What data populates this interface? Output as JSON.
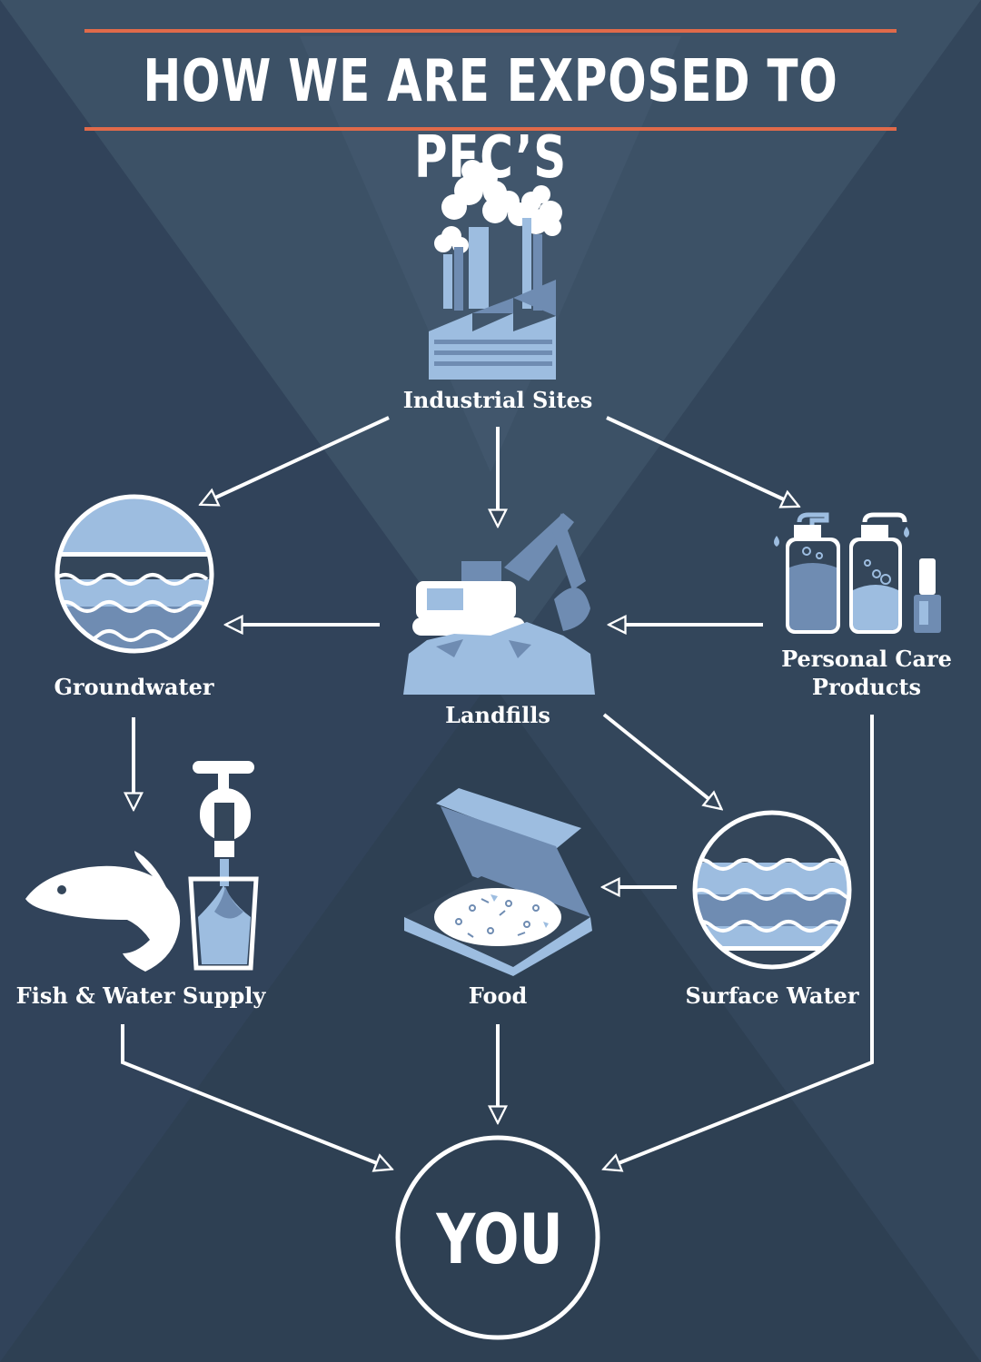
{
  "title": "HOW WE ARE EXPOSED TO PFC’S",
  "nodes": {
    "industrial": "Industrial Sites",
    "groundwater": "Groundwater",
    "landfills": "Landfills",
    "personal_line1": "Personal Care",
    "personal_line2": "Products",
    "fish_water": "Fish & Water Supply",
    "food": "Food",
    "surface_water": "Surface Water",
    "you": "YOU"
  },
  "colors": {
    "background": "#34465a",
    "accent_rule": "#e06a4a",
    "icon_light": "#9dbde0",
    "icon_mid": "#6f8cb2",
    "line": "#ffffff"
  }
}
